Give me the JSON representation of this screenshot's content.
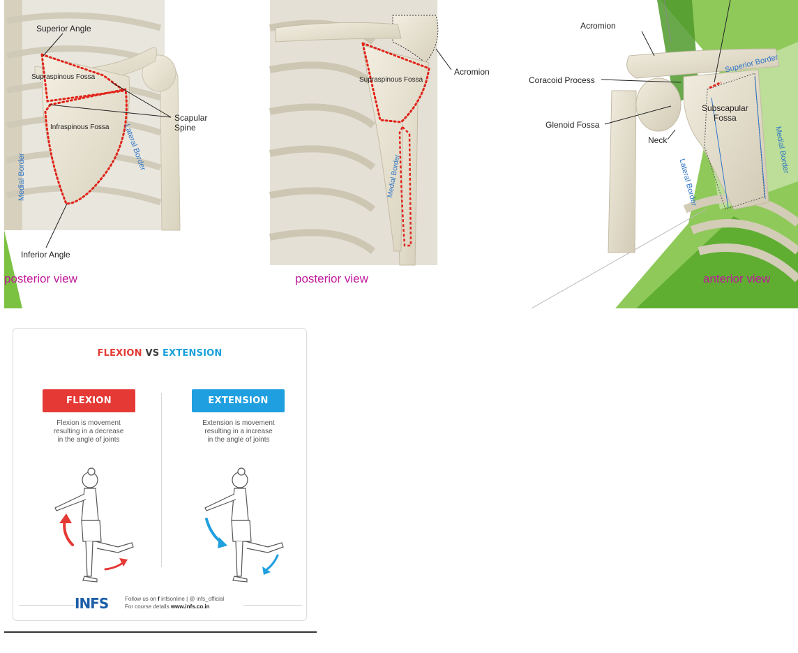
{
  "panel1": {
    "labels": {
      "superior_angle": "Superior Angle",
      "supraspinous_fossa": "Supraspinous Fossa",
      "infraspinous_fossa": "Infraspinous Fossa",
      "scapular_spine": "Scapular\nSpine",
      "medial_border": "Medial Border",
      "lateral_border": "Lateral Border",
      "inferior_angle": "Inferior Angle"
    },
    "view": "posterior view"
  },
  "panel2": {
    "labels": {
      "acromion": "Acromion",
      "supraspinous_fossa": "Supraspinous Fossa",
      "medial_border": "Medial Border"
    },
    "view": "posterior view"
  },
  "panel3": {
    "labels": {
      "acromion": "Acromion",
      "superior_border": "Superior Border",
      "coracoid_process": "Coracoid Process",
      "glenoid_fossa": "Glenoid Fossa",
      "subscapular_fossa": "Subscapular\nFossa",
      "medial_border": "Medial Border",
      "neck": "Neck",
      "lateral_border": "Lateral Border"
    },
    "view": "anterior view"
  },
  "card": {
    "title_flexion": "FLEXION",
    "title_vs": " VS ",
    "title_extension": "EXTENSION",
    "flexion_label": "FLEXION",
    "extension_label": "EXTENSION",
    "flexion_desc": "Flexion is movement\nresulting in a decrease\nin the angle of joints",
    "extension_desc": "Extension is movement\nresulting in a increase\nin the angle of joints",
    "logo": "INFS",
    "footer_follow": "Follow us on",
    "footer_social": "infsonline | @ infs_official",
    "footer_course": "For course details",
    "footer_url": "www.infs.co.in"
  },
  "colors": {
    "view_label": "#c0189a",
    "flexion": "#e53935",
    "extension": "#1f9fe0",
    "blue_label": "#2e75c6",
    "green_accent": "#7cc242"
  },
  "icons": [
    "facebook-icon",
    "instagram-icon",
    "arrow-icon"
  ]
}
